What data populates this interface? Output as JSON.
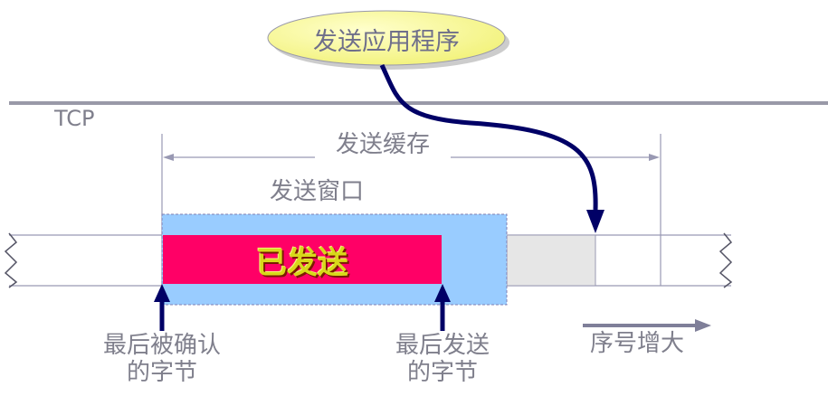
{
  "app": {
    "label": "发送应用程序"
  },
  "layer": {
    "label": "TCP"
  },
  "buffer": {
    "label": "发送缓存"
  },
  "window": {
    "label": "发送窗口"
  },
  "sent": {
    "label": "已发送"
  },
  "last_acked": {
    "line1": "最后被确认",
    "line2": "的字节"
  },
  "last_sent": {
    "line1": "最后发送",
    "line2": "的字节"
  },
  "seq": {
    "label": "序号增大"
  },
  "colors": {
    "sent_fill": "#ff0066",
    "window_fill": "#99ccff",
    "unsent_fill": "#e6e6e6",
    "app_bubble": "#ffff99",
    "arrow": "#000066",
    "line": "#9999b3"
  }
}
